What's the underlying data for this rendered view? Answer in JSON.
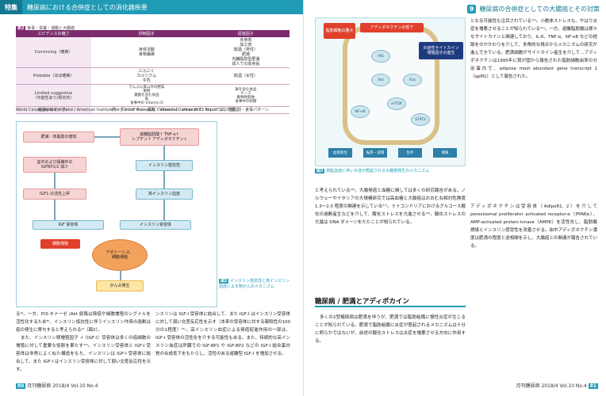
{
  "left_header": {
    "section_no": "特集",
    "title": "糖尿病における合併症としての消化器疾患"
  },
  "right_header": {
    "badge": "9",
    "title": "糖尿病の合併症としての大腸癌とその対策"
  },
  "table": {
    "caption_tag": "表2",
    "caption": "食事・栄養・運動と大腸癌",
    "col1": "エビデンスの確さ",
    "col2": "抑制因子",
    "col3": "促進因子",
    "rows": [
      {
        "level": "Convincing（確実）",
        "suppress": "身体活動\n食物繊維",
        "promote": "赤身肉\n加工肉\n飲酒（男性）\n肥満\n内臓脂肪型肥満\n成人での高身長"
      },
      {
        "level": "Probable（ほぼ確実）",
        "suppress": "にんにく\nカルシウム\n牛乳",
        "promote": "飲酒（女性）"
      },
      {
        "level": "Limited suggestive\n（可能性あり/限定的）",
        "suppress": "でんぷん質以外の野菜\n果物\n葉酸を含む食品\n魚\n食事中の Vitamin D",
        "promote": "鉄を含む食品\nチーズ\n動物性脂肪\n食事中の砂糖"
      },
      {
        "level": "結論が出ていない",
        "suppress": "魚・グリシテイン・葉酸・Vitamin C・Vitamin E・セレニウム・低脂肪・食事パターン",
        "promote": ""
      }
    ],
    "source": "World Cancer Research Fund / American Institute for Cancer Research. Colorectal Cancer 2011 Report より改変"
  },
  "fig2": {
    "b1": "肥満・体脂肪の増加",
    "b2": "遊離脂肪酸↑ TNF-α↑\nレプチン↑ アディポネクチン↓",
    "b3": "インスリン抵抗性",
    "b4": "血中および組織中の\nIGFBP1/2 減少",
    "b5": "IGF1 の活性上昇",
    "b6": "高インスリン血症",
    "b7": "IGF 受容体",
    "b8": "インスリン受容体",
    "b9": "細胞増殖",
    "b10": "アポトーシス、\n細胞増殖",
    "b11": "がんの発生",
    "caption_tag": "図2",
    "caption": "インスリン抵抗性と高インスリン血症による発がんのメカニズム"
  },
  "fig3": {
    "a1": "脂肪細胞の腫大",
    "a2": "アディポネクチンの低下",
    "a3": "炎症性サイトカイン\n増殖因子の産生",
    "n1": "IRS",
    "n2": "Akt",
    "n3": "NF-κB",
    "n4": "mTOR",
    "n5": "Ras",
    "n6": "STAT3",
    "o1": "血管新生",
    "o2": "転移・浸潤",
    "o3": "生存",
    "o4": "増殖",
    "caption_tag": "図3",
    "caption": "高脂血症に伴い炎症が惹起される大腸癌発生のメカニズム"
  },
  "section_title": "糖尿病 / 肥満とアディポカイン",
  "texts": {
    "l1": "る⁹⁾。一方、PI3-キナーゼ /Akt 経路は発癌や細胞増殖のシグナルを活性化するため⁸⁾、インスリン抵抗性に伴うインスリン作用の過剰は癌の発生に寄与すると考えられる⁹⁾（図2）。",
    "l2": "また、インスリン様増殖因子 -I（IGF-I）受容体は多くの癌細胞の増殖に対して重要な役割を果たす¹⁰⁾。インスリン受容体と IGF-I 受容体は非常によく似た構造をもち、インスリンは IGF-I 受容体に結合して、また IGF-I はインスリン受容体に対して弱い交差反応性を示す。",
    "r_mid": "と考えられている¹⁶⁾。大腸発癌と血糖に関しては多くの研究報告がある。ノルウェーやイタリアの大規模研究では高血糖と大腸癌はおおむね相対危険度 1.3〜2.0 程度の関連を示している¹⁷⁾。ミトコンドリアにおけるグルコース酸化の過剰産生などを介して、酸化ストレスを亢進させる¹⁸⁾。酸化ストレスの亢進は DNA ダメージをたたことが知られている。",
    "r_sec": "多くの2型糖尿病は肥満を伴うが、肥満では脂肪組織に慢性炎症が生じることが知られている。肥満で脂肪組織に炎症が惹起されるメカニズムは十分に明らかではないが、前述の酸化ストレスは炎症を増悪させる方向に作用する。",
    "r_col2": "となる可能性も注目されている¹⁴⁾。小胞体ストレスも、やはり炎症を増悪させることが知られている²⁰⁾。一方、遊離脂肪酸は様々なサイトカインと関連しており、IL-6、TNF-α、NF-κB などの経路をのかかわりを介して、多角的な視点からメカニズムの研究が進んできている。肥満細胞がサイトカイン産生を介して…アディポネクチンは1995年に我が国から報告された脂肪細胞由来の分泌蛋白で、adipose most abundant gene transcript 1（apM1）として報告された。",
    "r_col2b": "アディポネクチンは受容体（AdipoR1, 2）を介してperoxisomal proliferator activated receptor-α（PPARα）、AMP-activated protein kinase（AMPK）を活性化し、脂肪酸燃焼とインスリン感受性を改善させる。血中アディポネクチン濃度は肥満の程度と逆相関を示し、大腸癌との関連が報告されている。"
  },
  "footer": {
    "left_page": "80",
    "left_journal": "月刊糖尿病 2018/4 Vol.10 No.4",
    "right_journal": "月刊糖尿病 2018/4 Vol.10 No.4",
    "right_page": "81"
  }
}
